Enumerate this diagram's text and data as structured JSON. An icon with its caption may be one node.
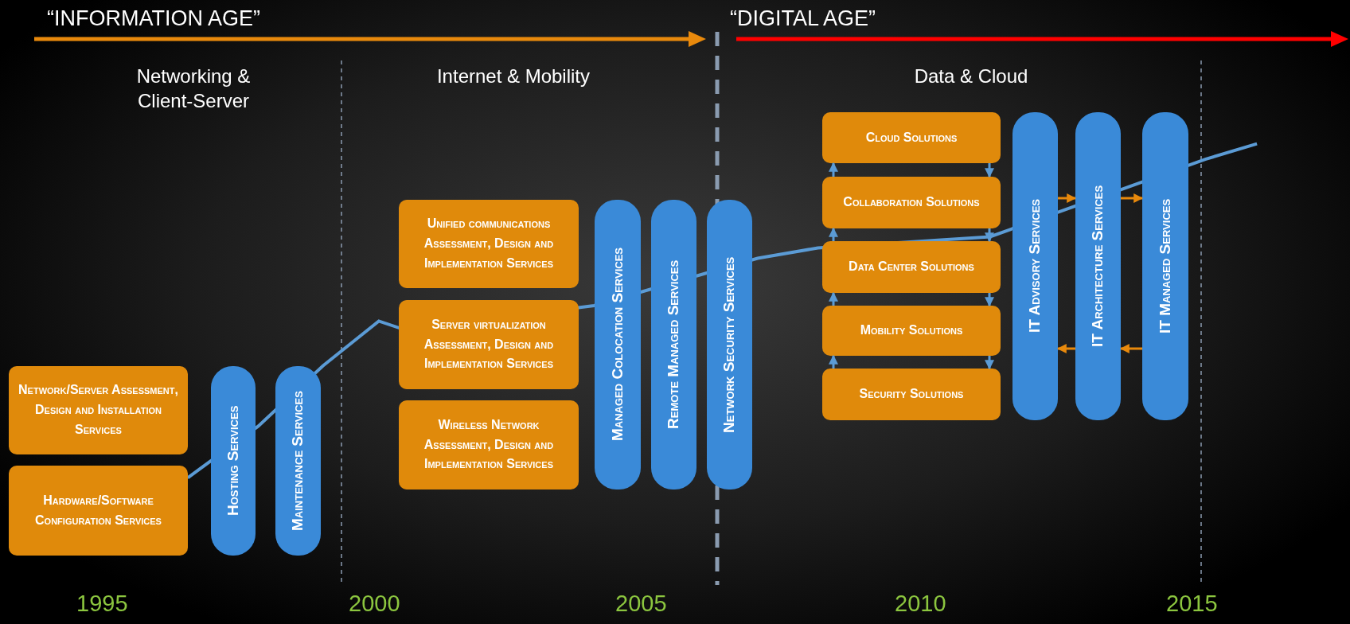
{
  "diagram": {
    "nodes": [
      {
        "text": [
          "Network/Server Assessment, Design and Installation Services"
        ]
      },
      {
        "text": [
          "Hardware/Software Configuration Services"
        ]
      },
      {
        "text": [
          "Hosting Services"
        ]
      },
      {
        "text": [
          "Maintenance Services"
        ]
      },
      {
        "text": [
          "Unified communications Assessment, Design and Implementation Services"
        ]
      },
      {
        "text": [
          "Server virtualization Assessment, Design and Implementation Services"
        ]
      },
      {
        "text": [
          "Wireless Network Assessment, Design and Implementation Services"
        ]
      },
      {
        "text": [
          "Managed Colocation Services"
        ]
      },
      {
        "text": [
          "Remote Managed Services"
        ]
      },
      {
        "text": [
          "Network Security Services"
        ]
      },
      {
        "text": [
          "Cloud Solutions"
        ]
      },
      {
        "text": [
          "Collaboration Solutions"
        ]
      },
      {
        "text": [
          "Data Center Solutions"
        ]
      },
      {
        "text": [
          "Mobility Solutions"
        ]
      },
      {
        "text": [
          "Security Solutions"
        ]
      },
      {
        "text": [
          "IT Advisory Services"
        ]
      },
      {
        "text": [
          "IT Architecture Services"
        ]
      },
      {
        "text": [
          "IT Managed Services"
        ]
      }
    ],
    "edges": [
      {
        "from": 11,
        "to": 10,
        "arrow": "to"
      },
      {
        "from": 10,
        "to": 11,
        "arrow": "to"
      },
      {
        "from": 12,
        "to": 11,
        "arrow": "to"
      },
      {
        "from": 11,
        "to": 12,
        "arrow": "to"
      },
      {
        "from": 13,
        "to": 12,
        "arrow": "to"
      },
      {
        "from": 12,
        "to": 13,
        "arrow": "to"
      },
      {
        "from": 14,
        "to": 13,
        "arrow": "to"
      },
      {
        "from": 13,
        "to": 14,
        "arrow": "to"
      },
      {
        "from": 15,
        "to": 16,
        "arrow": "to",
        "color": "#e8890c"
      },
      {
        "from": 16,
        "to": 15,
        "arrow": "to",
        "color": "#e8890c"
      },
      {
        "from": 16,
        "to": 17,
        "arrow": "to",
        "color": "#e8890c"
      },
      {
        "from": 17,
        "to": 16,
        "arrow": "to",
        "color": "#e8890c"
      }
    ],
    "labels": [
      "“INFORMATION AGE”",
      "“DIGITAL AGE”",
      "Networking & Client-Server",
      "Internet & Mobility",
      "Data & Cloud",
      "1995",
      "2000",
      "2005",
      "2010",
      "2015"
    ]
  }
}
